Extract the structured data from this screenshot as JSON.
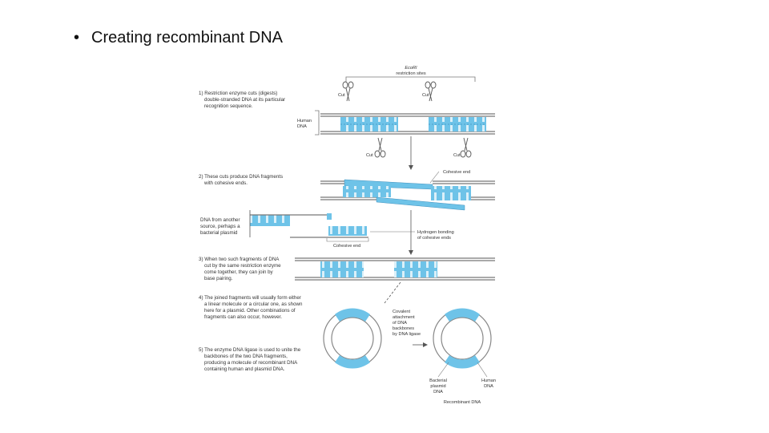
{
  "slide": {
    "bullet": "•",
    "title": "Creating recombinant DNA"
  },
  "figure": {
    "ecori_label": "EcoRI",
    "ecori_sub": "restriction sites",
    "cut_label": "Cut",
    "human_dna_line1": "Human",
    "human_dna_line2": "DNA",
    "cohesive_end": "Cohesive end",
    "hydrogen_bonding_line1": "Hydrogen bonding",
    "hydrogen_bonding_line2": "of cohesive ends",
    "covalent_lines": [
      "Covalent",
      "attachment",
      "of DNA",
      "backbones",
      "by DNA ligase"
    ],
    "bacterial_plasmid_lines": [
      "Bacterial",
      "plasmid",
      "DNA"
    ],
    "human_dna_bottom_lines": [
      "Human",
      "DNA"
    ],
    "recombinant_dna": "Recombinant DNA",
    "steps": [
      {
        "lines": [
          "1) Restriction enzyme cuts (digests)",
          "double-stranded DNA at its particular",
          "recognition sequence."
        ]
      },
      {
        "lines": [
          "2) These cuts produce DNA fragments",
          "with cohesive ends."
        ]
      },
      {
        "lines": [
          "DNA from another",
          "source, perhaps a",
          "bacterial plasmid"
        ]
      },
      {
        "lines": [
          "3) When two such fragments of DNA",
          "cut by the same restriction enzyme",
          "come together, they can join by",
          "base pairing."
        ]
      },
      {
        "lines": [
          "4) The joined fragments will usually form either",
          "a linear molecule or a circular one, as shown",
          "here for a plasmid. Other combinations of",
          "fragments can also occur, however."
        ]
      },
      {
        "lines": [
          "5) The enzyme DNA ligase is used to unite the",
          "backbones of the two DNA fragments,",
          "producing a molecule of recombinant DNA",
          "containing human and plasmid DNA."
        ]
      }
    ]
  },
  "colors": {
    "dna_blue": "#6ec3e8",
    "dna_dark": "#2a7fb0",
    "line_gray": "#777777",
    "text": "#333333"
  }
}
